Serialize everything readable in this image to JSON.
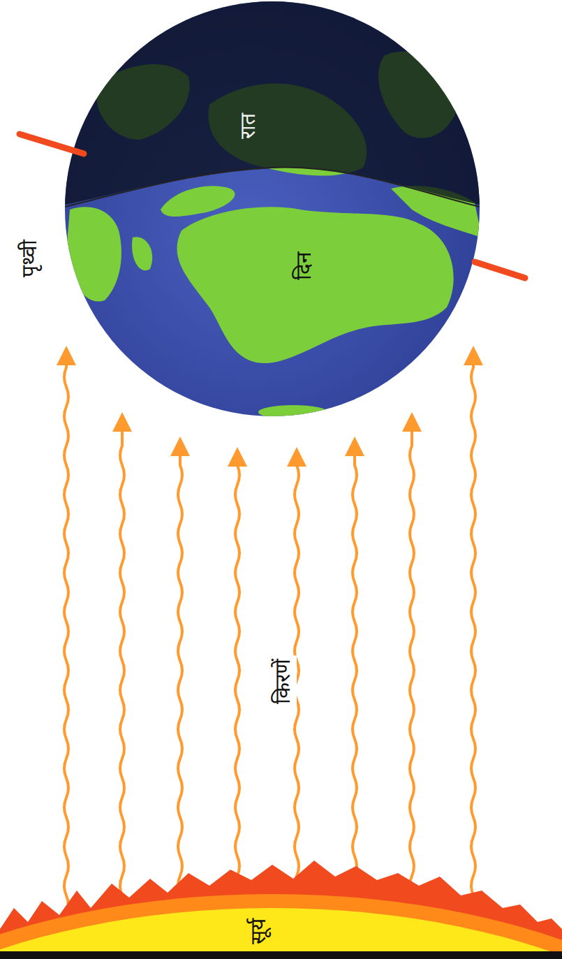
{
  "diagram": {
    "nodes": [
      {
        "text": [
          "पृथ्वी",
          "रात",
          "दिन"
        ]
      },
      {
        "text": [
          "सूर्य"
        ]
      }
    ],
    "labels": [
      "किरणें"
    ]
  }
}
